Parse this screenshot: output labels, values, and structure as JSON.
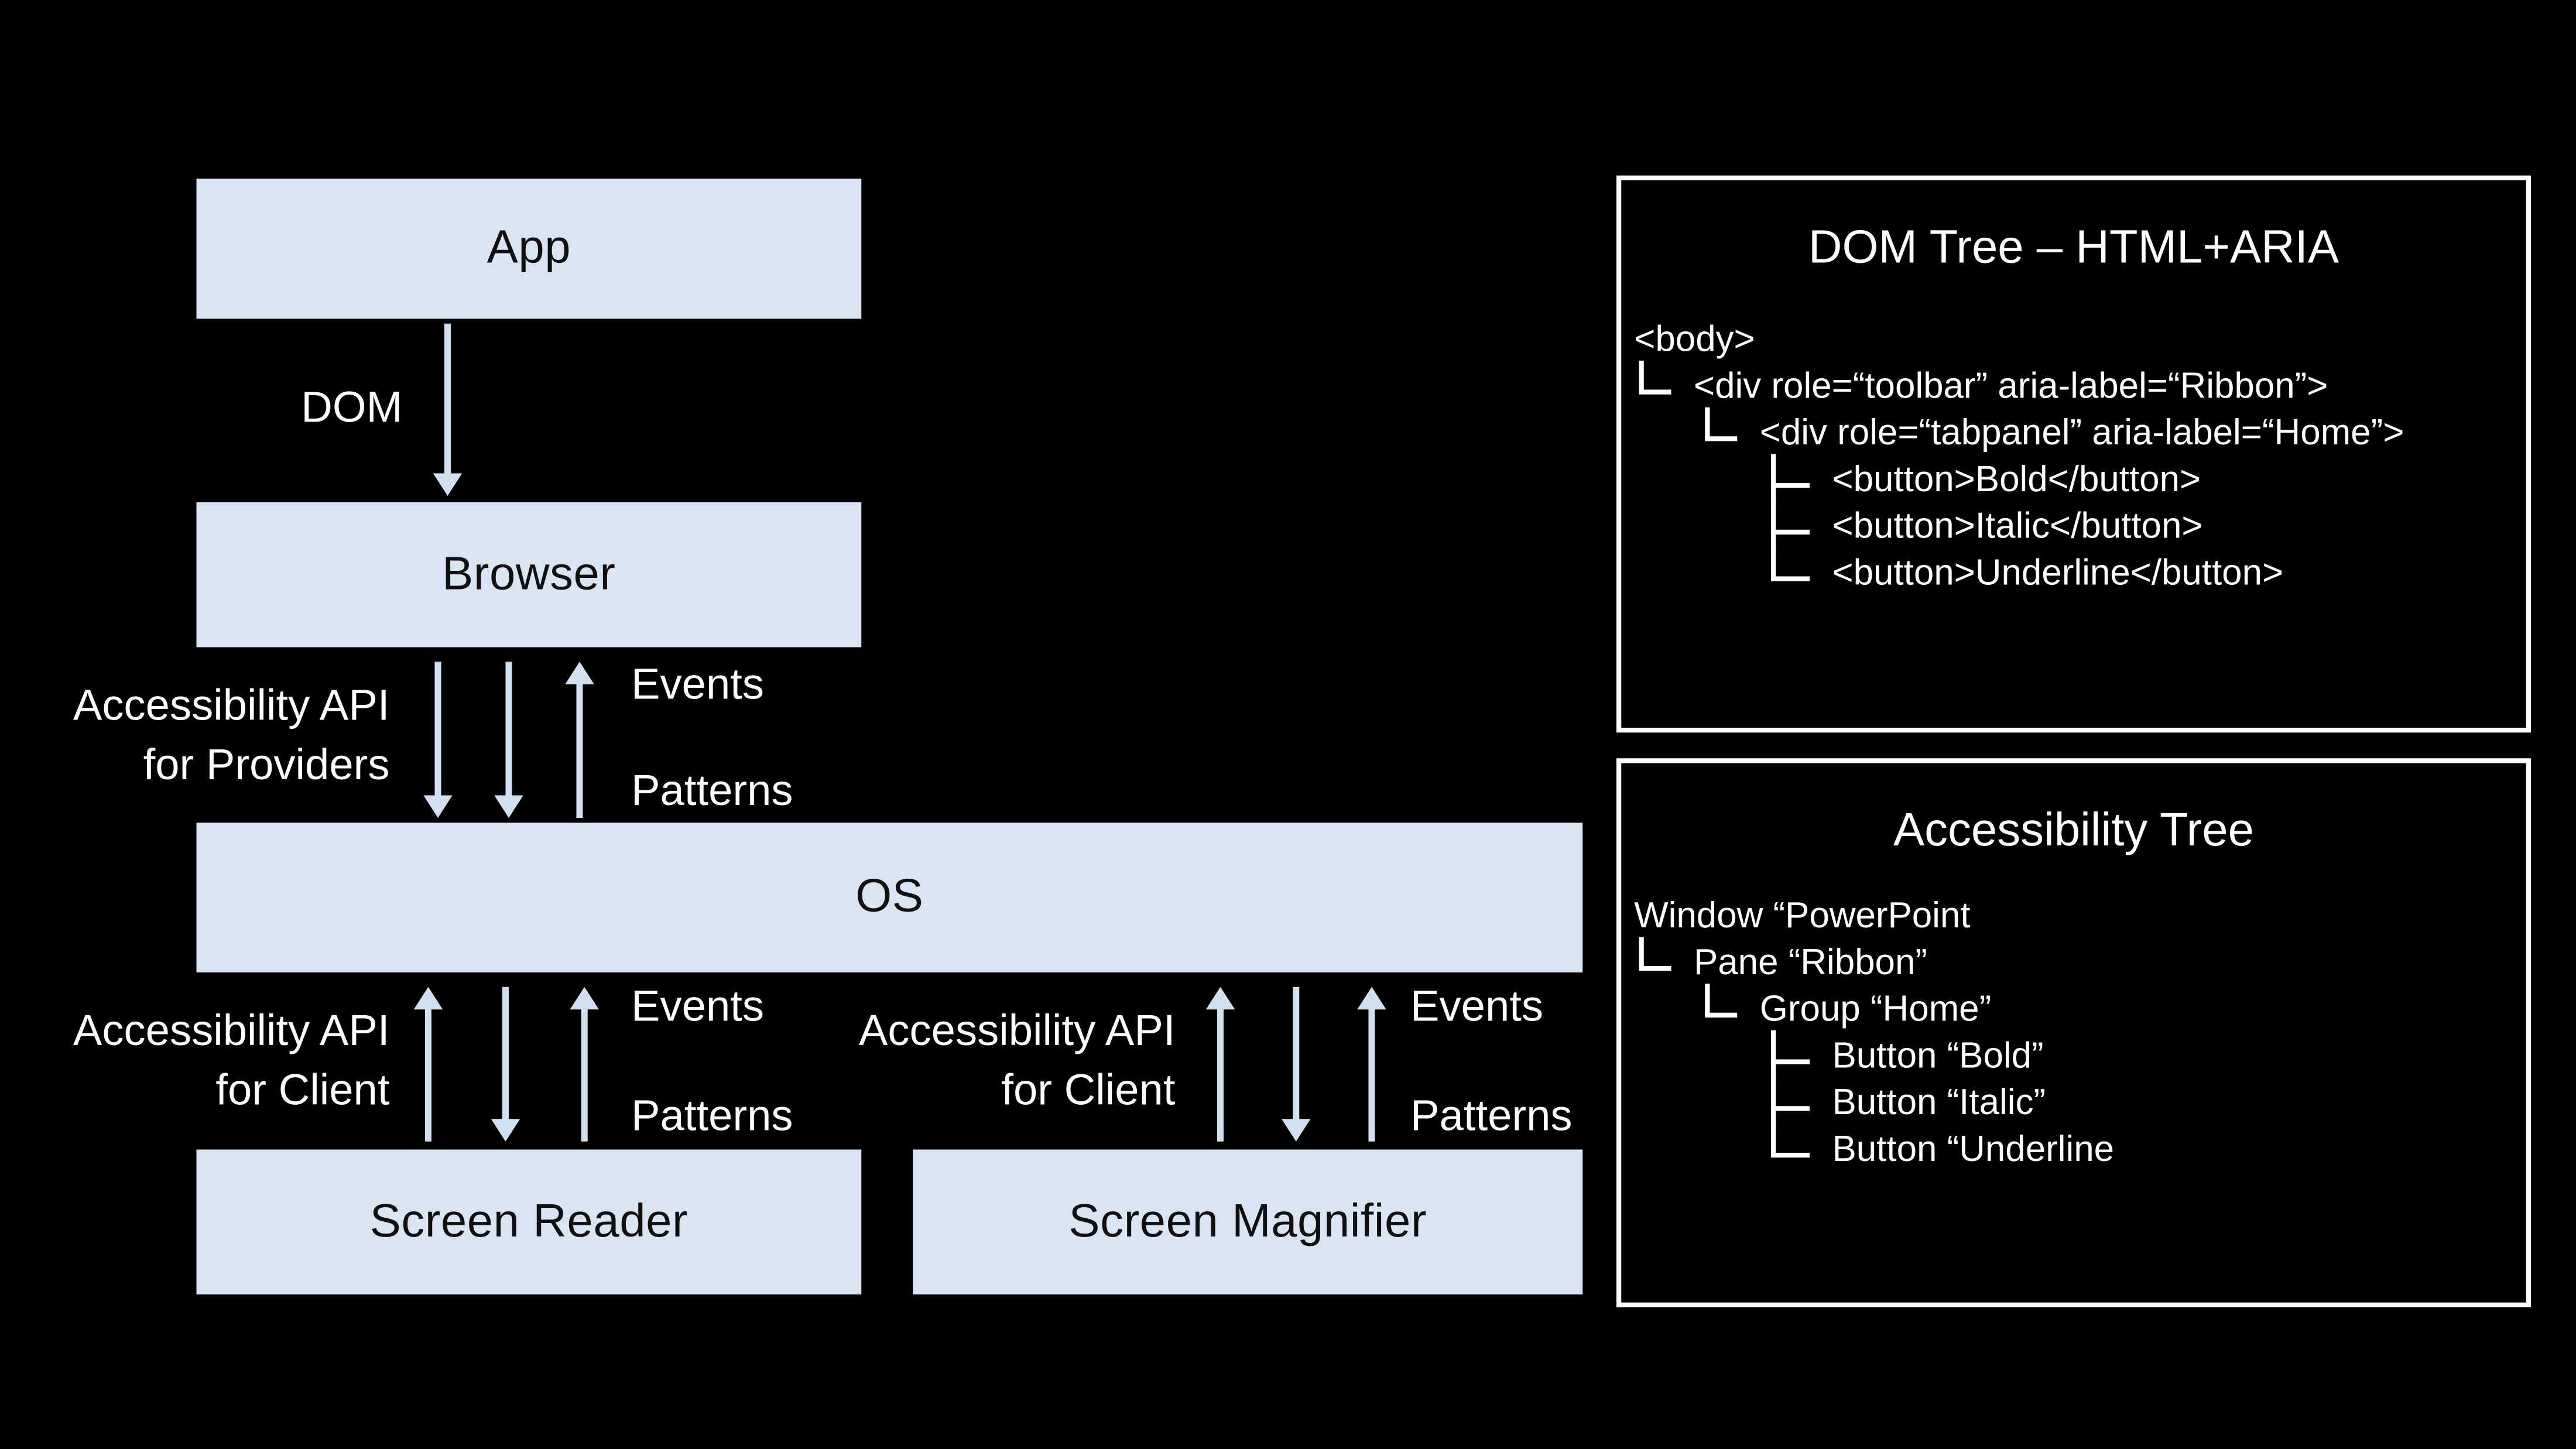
{
  "colors": {
    "background": "#000000",
    "box_fill": "#dae5f3",
    "arrow": "#d0e0f1",
    "box_text": "#101010",
    "label_text": "#ffffff",
    "panel_border": "#ffffff"
  },
  "flow": {
    "app": "App",
    "browser": "Browser",
    "os": "OS",
    "screen_reader": "Screen Reader",
    "screen_magnifier": "Screen Magnifier",
    "dom_edge": "DOM",
    "api_providers_line1": "Accessibility API",
    "api_providers_line2": "for Providers",
    "api_client_line1": "Accessibility API",
    "api_client_line2": "for Client",
    "events": "Events",
    "patterns": "Patterns"
  },
  "dom_tree_panel": {
    "title": "DOM Tree – HTML+ARIA",
    "lines": [
      {
        "level": 0,
        "text": "<body>"
      },
      {
        "level": 1,
        "text": "<div role=“toolbar” aria-label=“Ribbon”>"
      },
      {
        "level": 2,
        "text": "<div role=“tabpanel” aria-label=“Home”>"
      },
      {
        "level": 3,
        "text": "<button>Bold</button>"
      },
      {
        "level": 3,
        "text": "<button>Italic</button>"
      },
      {
        "level": 3,
        "text": "<button>Underline</button>"
      }
    ]
  },
  "accessibility_tree_panel": {
    "title": "Accessibility Tree",
    "lines": [
      {
        "level": 0,
        "text": "Window “PowerPoint"
      },
      {
        "level": 1,
        "text": "Pane “Ribbon”"
      },
      {
        "level": 2,
        "text": "Group “Home”"
      },
      {
        "level": 3,
        "text": "Button “Bold”"
      },
      {
        "level": 3,
        "text": "Button “Italic”"
      },
      {
        "level": 3,
        "text": "Button “Underline"
      }
    ]
  }
}
